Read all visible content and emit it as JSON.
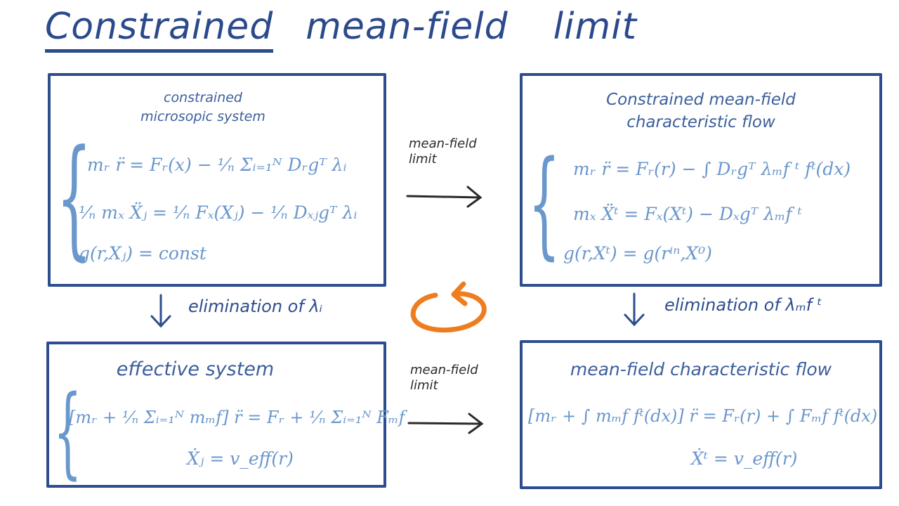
{
  "title": {
    "word1": "Constrained",
    "word2": "mean-field",
    "word3": "limit"
  },
  "top_left": {
    "heading_line1": "constrained",
    "heading_line2": "microsopic system",
    "eq1": "mᵣ r̈ = Fᵣ(x) − ¹⁄ₙ Σᵢ₌₁ᴺ Dᵣgᵀ λᵢ",
    "eq2": "¹⁄ₙ mₓ Ẍⱼ = ¹⁄ₙ Fₓ(Xⱼ) − ¹⁄ₙ Dₓⱼgᵀ λᵢ",
    "eq3": "g(r,Xⱼ) = const"
  },
  "top_right": {
    "heading_line1": "Constrained mean-field",
    "heading_line2": "characteristic flow",
    "eq1": "mᵣ r̈ = Fᵣ(r) − ∫ Dᵣgᵀ λₘf ᵗ fᵗ(dx)",
    "eq2": "mₓ Ẍᵗ = Fₓ(Xᵗ) − Dₓgᵀ λₘf ᵗ",
    "eq3": "g(r,Xᵗ) = g(rⁱⁿ,X⁰)"
  },
  "bottom_left": {
    "heading": "effective system",
    "eq1": "[mᵣ + ¹⁄ₙ Σᵢ₌₁ᴺ mₘf] r̈ = Fᵣ + ¹⁄ₙ Σᵢ₌₁ᴺ Fₘf",
    "eq2": "Ẋⱼ = v_eff(r)"
  },
  "bottom_right": {
    "heading": "mean-field characteristic flow",
    "eq1": "[mᵣ + ∫ mₘf fᵗ(dx)] r̈ = Fᵣ(r) + ∫ Fₘf fᵗ(dx)",
    "eq2": "Ẋᵗ = v_eff(r)"
  },
  "arrow_top": {
    "line1": "mean-field",
    "line2": "limit"
  },
  "arrow_bottom": {
    "line1": "mean-field",
    "line2": "limit"
  },
  "elim_left": "elimination of λᵢ",
  "elim_right": "elimination of λₘf ᵗ",
  "colors": {
    "title": "#2b4a8b",
    "box_border": "#2e4d8c",
    "equation": "#6a97cc",
    "arrow": "#2a2a2a",
    "cycle": "#ee7d1f"
  }
}
